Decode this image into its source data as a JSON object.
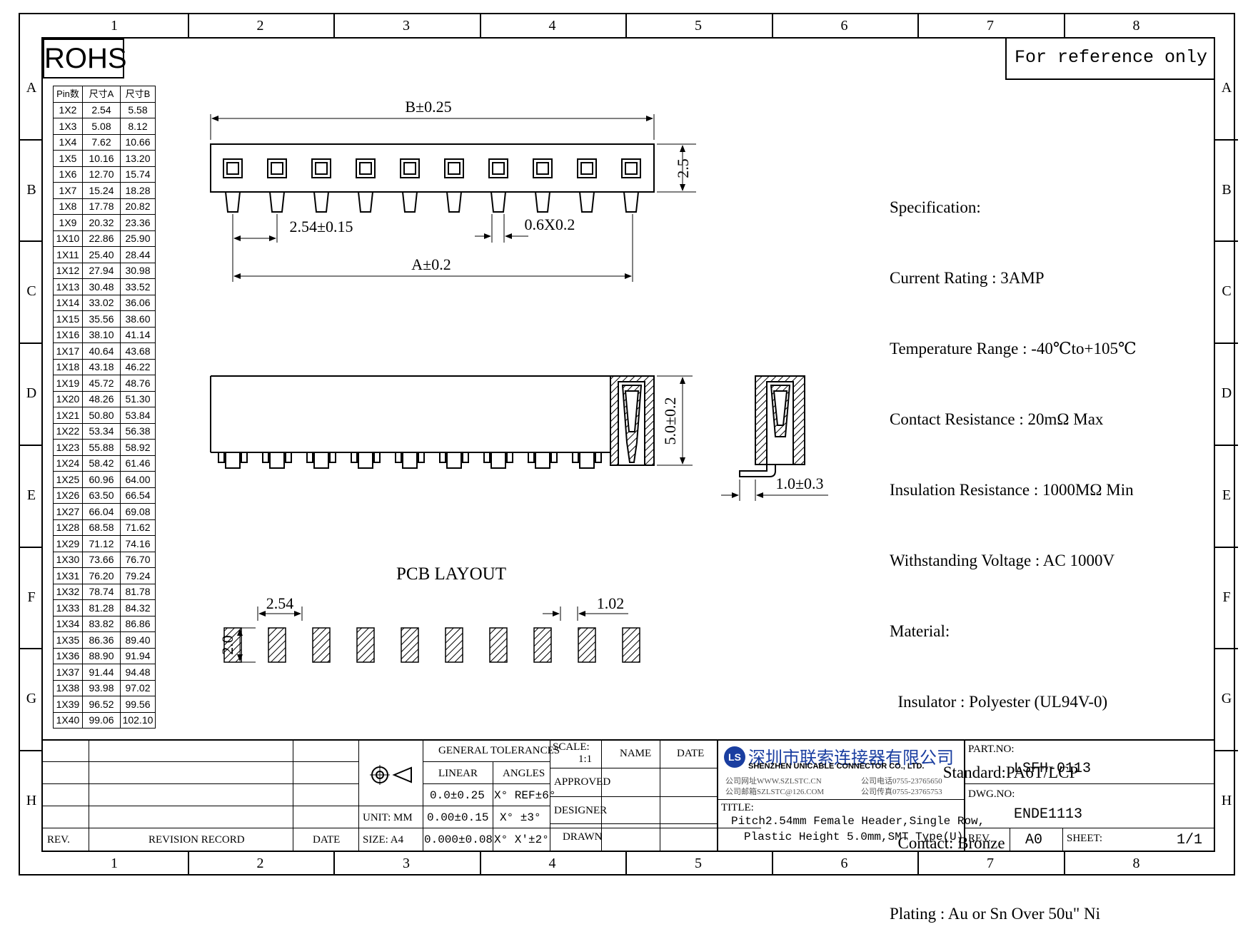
{
  "zones": {
    "columns": [
      "1",
      "2",
      "3",
      "4",
      "5",
      "6",
      "7",
      "8"
    ],
    "rows": [
      "A",
      "B",
      "C",
      "D",
      "E",
      "F",
      "G",
      "H"
    ]
  },
  "rohs_label": "ROHS",
  "reference_note": "For reference only",
  "pin_table": {
    "headers": [
      "Pin数",
      "尺寸A",
      "尺寸B"
    ],
    "rows": [
      [
        "1X2",
        "2.54",
        "5.58"
      ],
      [
        "1X3",
        "5.08",
        "8.12"
      ],
      [
        "1X4",
        "7.62",
        "10.66"
      ],
      [
        "1X5",
        "10.16",
        "13.20"
      ],
      [
        "1X6",
        "12.70",
        "15.74"
      ],
      [
        "1X7",
        "15.24",
        "18.28"
      ],
      [
        "1X8",
        "17.78",
        "20.82"
      ],
      [
        "1X9",
        "20.32",
        "23.36"
      ],
      [
        "1X10",
        "22.86",
        "25.90"
      ],
      [
        "1X11",
        "25.40",
        "28.44"
      ],
      [
        "1X12",
        "27.94",
        "30.98"
      ],
      [
        "1X13",
        "30.48",
        "33.52"
      ],
      [
        "1X14",
        "33.02",
        "36.06"
      ],
      [
        "1X15",
        "35.56",
        "38.60"
      ],
      [
        "1X16",
        "38.10",
        "41.14"
      ],
      [
        "1X17",
        "40.64",
        "43.68"
      ],
      [
        "1X18",
        "43.18",
        "46.22"
      ],
      [
        "1X19",
        "45.72",
        "48.76"
      ],
      [
        "1X20",
        "48.26",
        "51.30"
      ],
      [
        "1X21",
        "50.80",
        "53.84"
      ],
      [
        "1X22",
        "53.34",
        "56.38"
      ],
      [
        "1X23",
        "55.88",
        "58.92"
      ],
      [
        "1X24",
        "58.42",
        "61.46"
      ],
      [
        "1X25",
        "60.96",
        "64.00"
      ],
      [
        "1X26",
        "63.50",
        "66.54"
      ],
      [
        "1X27",
        "66.04",
        "69.08"
      ],
      [
        "1X28",
        "68.58",
        "71.62"
      ],
      [
        "1X29",
        "71.12",
        "74.16"
      ],
      [
        "1X30",
        "73.66",
        "76.70"
      ],
      [
        "1X31",
        "76.20",
        "79.24"
      ],
      [
        "1X32",
        "78.74",
        "81.78"
      ],
      [
        "1X33",
        "81.28",
        "84.32"
      ],
      [
        "1X34",
        "83.82",
        "86.86"
      ],
      [
        "1X35",
        "86.36",
        "89.40"
      ],
      [
        "1X36",
        "88.90",
        "91.94"
      ],
      [
        "1X37",
        "91.44",
        "94.48"
      ],
      [
        "1X38",
        "93.98",
        "97.02"
      ],
      [
        "1X39",
        "96.52",
        "99.56"
      ],
      [
        "1X40",
        "99.06",
        "102.10"
      ]
    ]
  },
  "dimensions": {
    "b_width": "B±0.25",
    "height_top": "2.5",
    "pitch": "2.54±0.15",
    "pin_size": "0.6X0.2",
    "a_width": "A±0.2",
    "body_height": "5.0±0.2",
    "foot": "1.0±0.3",
    "pcb_title": "PCB LAYOUT",
    "pcb_pitch": "2.54",
    "pcb_pad_width": "1.02",
    "pcb_pad_height": "2.0"
  },
  "specification": [
    "Specification:",
    "Current Rating : 3AMP",
    "Temperature Range : -40℃to+105℃",
    "Contact Resistance : 20mΩ Max",
    "Insulation Resistance : 1000MΩ Min",
    "Withstanding Voltage : AC 1000V",
    "Material:",
    "  Insulator : Polyester (UL94V-0)",
    "             Standard:PA6T/LCP",
    "  Contact: Bronze",
    "Plating : Au or Sn Over 50u\" Ni"
  ],
  "title_block": {
    "rev_label": "REV.",
    "revision_record": "REVISION RECORD",
    "date_label": "DATE",
    "unit": "UNIT: MM",
    "size": "SIZE: A4",
    "general_tolerances": "GENERAL TOLERANCES",
    "linear": "LINEAR",
    "angles": "ANGLES",
    "tol_rows": [
      [
        "0.0±0.25",
        "X° REF±6°"
      ],
      [
        "0.00±0.15",
        "X° ±3°"
      ],
      [
        "0.000±0.08",
        "X° X'±2°"
      ]
    ],
    "scale_label": "SCALE:",
    "scale_value": "1:1",
    "name": "NAME",
    "date": "DATE",
    "approved": "APPROVED",
    "designer": "DESIGNER",
    "drawn": "DRAWN",
    "company_cn": "深圳市联索连接器有限公司",
    "company_en": "SHENZHEN UNICABLE CONNECTOR CO., LTD.",
    "company_site": "公司网址WWW.SZLSTC.CN",
    "company_mail": "公司邮箱SZLSTC@126.COM",
    "company_tel": "公司电话0755-23765650",
    "company_fax": "公司传真0755-23765753",
    "logo_text": "LS",
    "title_label": "TITLE:",
    "title_line1": "Pitch2.54mm Female Header,Single Row,",
    "title_line2": "Plastic Height 5.0mm,SMT Type(U)",
    "part_no_label": "PART.NO:",
    "part_no": "LSFH-0113",
    "dwg_no_label": "DWG.NO:",
    "dwg_no": "ENDE1113",
    "rev": "A0",
    "sheet_label": "SHEET:",
    "sheet": "1/1"
  },
  "colors": {
    "ink": "#000000",
    "logo_blue": "#1a3ea0"
  }
}
